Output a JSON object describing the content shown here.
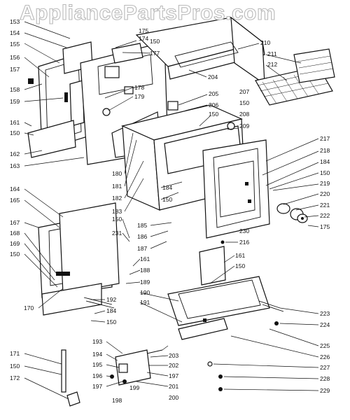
{
  "watermark": "AppliancePartsPros.com",
  "callouts": {
    "c153": "153",
    "c154": "154",
    "c155": "155",
    "c156": "156",
    "c157": "157",
    "c158": "158",
    "c159": "159",
    "c161a": "161",
    "c150a": "150",
    "c162": "162",
    "c163": "163",
    "c174": "174",
    "c175a": "175",
    "c150b": "150",
    "c177": "177",
    "c178": "178",
    "c179": "179",
    "c180": "180",
    "c181": "181",
    "c182": "182",
    "c183": "183",
    "c210": "210",
    "c211": "211",
    "c212": "212",
    "c204": "204",
    "c205": "205",
    "c206": "206",
    "c150c": "150",
    "c207": "207",
    "c150d": "150",
    "c208": "208",
    "c209": "209",
    "c217": "217",
    "c218": "218",
    "c184a": "184",
    "c184b": "184",
    "c150e": "150",
    "c219": "219",
    "c220": "220",
    "c221": "221",
    "c222": "222",
    "c175b": "175",
    "c150f": "150",
    "c230": "230",
    "c185": "185",
    "c186": "186",
    "c187": "187",
    "c216": "216",
    "c164": "164",
    "c165": "165",
    "c167": "167",
    "c168": "168",
    "c169": "169",
    "c150g": "150",
    "c170": "170",
    "c150h": "150",
    "c231": "231",
    "c161b": "161",
    "c188": "188",
    "c189": "189",
    "c161c": "161",
    "c150i": "150",
    "c190": "190",
    "c191": "191",
    "c192": "192",
    "c184c": "184",
    "c150j": "150",
    "c223": "223",
    "c224": "224",
    "c225": "225",
    "c226": "226",
    "c227": "227",
    "c228": "228",
    "c229": "229",
    "c171": "171",
    "c150k": "150",
    "c172": "172",
    "c193": "193",
    "c194": "194",
    "c195": "195",
    "c196": "196",
    "c197a": "197",
    "c198": "198",
    "c199": "199",
    "c200": "200",
    "c201": "201",
    "c202": "202",
    "c197b": "197",
    "c203": "203"
  }
}
